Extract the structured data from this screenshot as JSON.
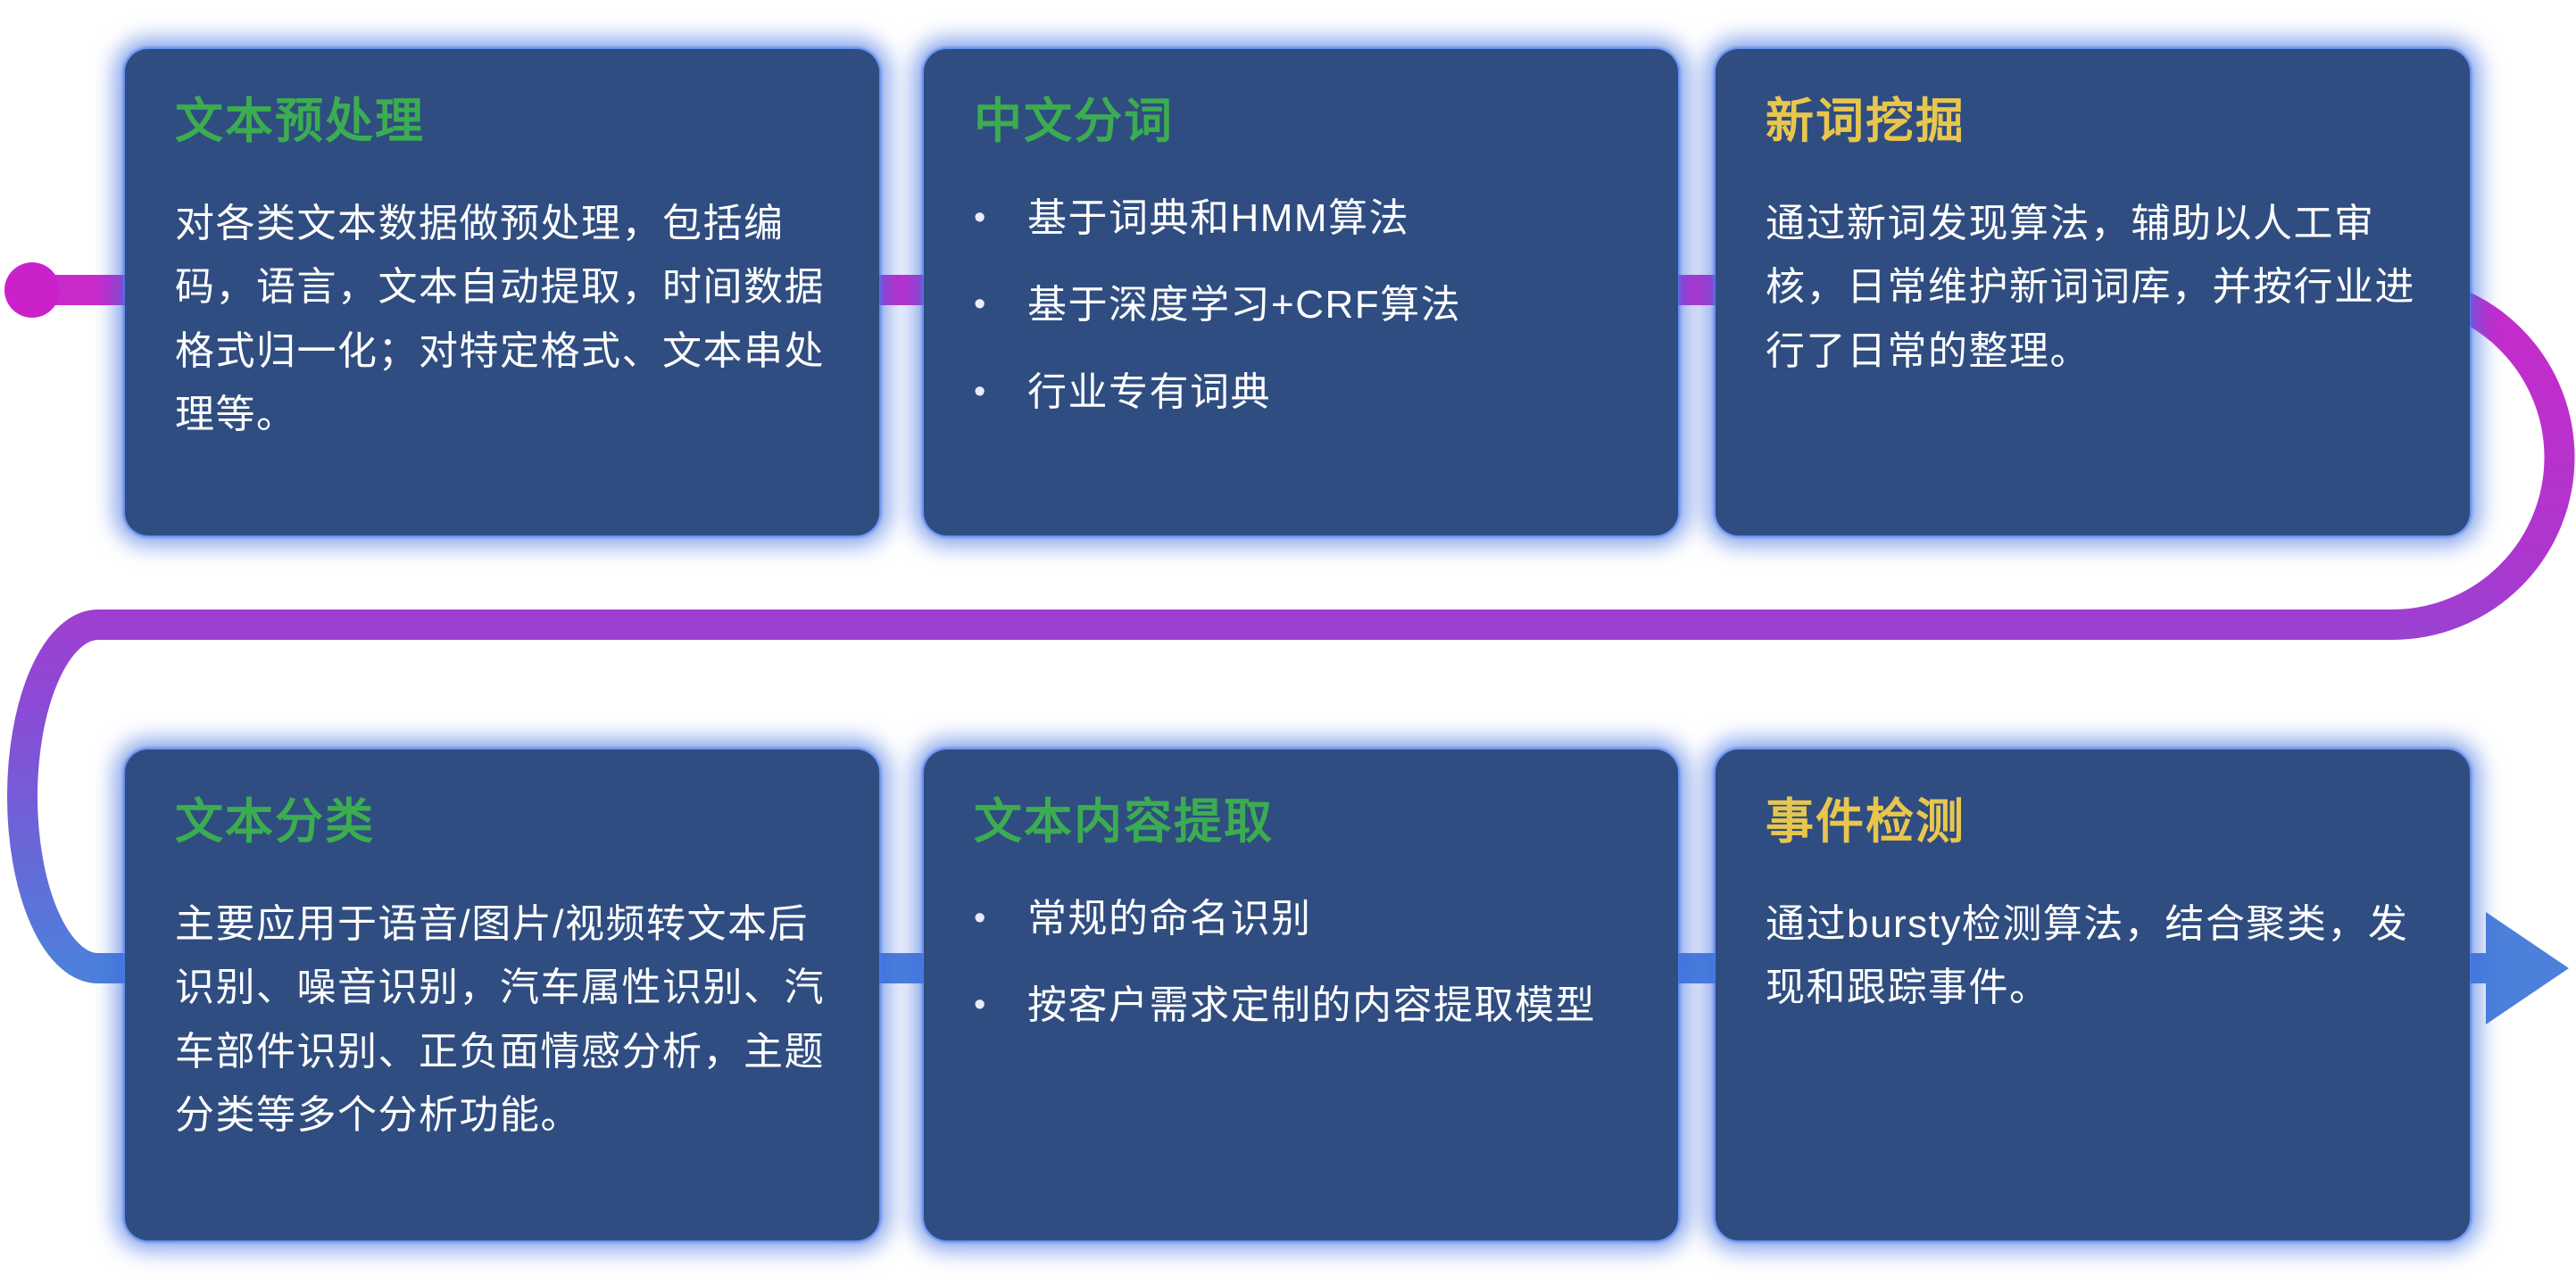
{
  "colors": {
    "background": "#FFFFFF",
    "card_background": "#2F4D80",
    "card_glow": "#3C6CE0",
    "title_green": "#3CAC51",
    "title_yellow": "#E8C64E",
    "body_text": "#FFFFFF",
    "flow_start_magenta": "#CB21CB",
    "flow_mid_purple": "#8A4BD6",
    "flow_end_blue": "#4C80DB"
  },
  "flow": {
    "start_marker": "dot",
    "end_marker": "arrow-right",
    "direction": "snakes left-to-right through row 1, loops back, left-to-right through row 2"
  },
  "cards": [
    {
      "title": "文本预处理",
      "title_color": "#3CAC51",
      "type": "paragraph",
      "text": "对各类文本数据做预处理，包括编码，语言，文本自动提取，时间数据格式归一化；对特定格式、文本串处理等。"
    },
    {
      "title": "中文分词",
      "title_color": "#3CAC51",
      "type": "bullets",
      "bullets": [
        "基于词典和HMM算法",
        "基于深度学习+CRF算法",
        "行业专有词典"
      ]
    },
    {
      "title": "新词挖掘",
      "title_color": "#E8C64E",
      "type": "paragraph",
      "text": "通过新词发现算法，辅助以人工审核，日常维护新词词库，并按行业进行了日常的整理。"
    },
    {
      "title": "文本分类",
      "title_color": "#3CAC51",
      "type": "paragraph",
      "text": "主要应用于语音/图片/视频转文本后识别、噪音识别，汽车属性识别、汽车部件识别、正负面情感分析，主题分类等多个分析功能。"
    },
    {
      "title": "文本内容提取",
      "title_color": "#3CAC51",
      "type": "bullets",
      "bullets": [
        "常规的命名识别",
        "按客户需求定制的内容提取模型"
      ]
    },
    {
      "title": "事件检测",
      "title_color": "#E8C64E",
      "type": "paragraph",
      "text": "通过bursty检测算法，结合聚类，发现和跟踪事件。"
    }
  ]
}
